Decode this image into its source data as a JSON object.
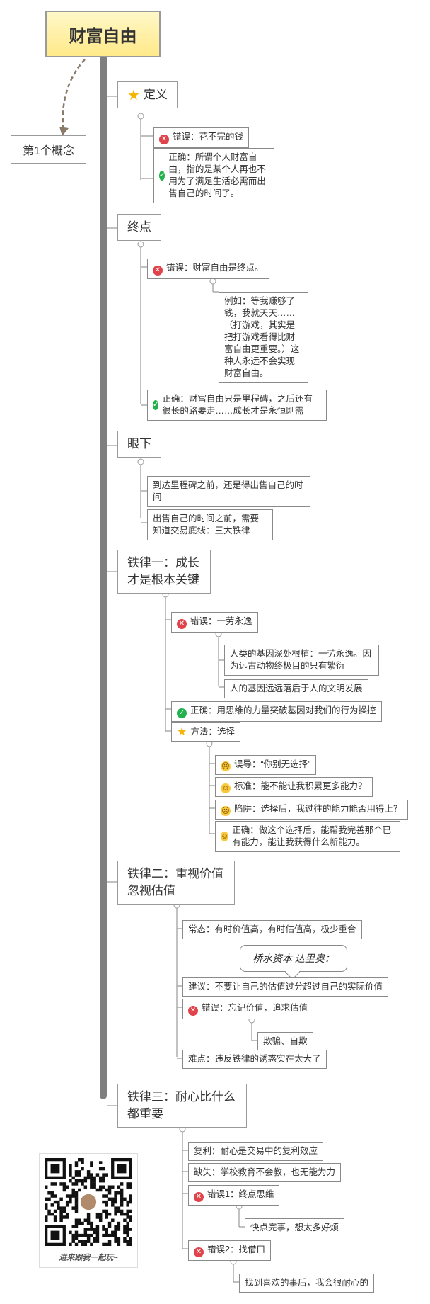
{
  "root": {
    "title": "财富自由"
  },
  "concept": {
    "label": "第1个概念"
  },
  "definition": {
    "title": "定义",
    "wrong": "错误：花不完的钱",
    "right": "正确：所谓个人财富自由，指的是某个人再也不用为了满足生活必需而出售自己的时间了。"
  },
  "endpoint": {
    "title": "终点",
    "wrong": "错误：财富自由是终点。",
    "example": "例如：等我赚够了钱，我就天天……（打游戏，其实是把打游戏看得比财富自由更重要。）这种人永远不会实现财富自由。",
    "right": "正确：财富自由只是里程碑，之后还有很长的路要走……成长才是永恒刚需"
  },
  "now": {
    "title": "眼下",
    "item1": "到达里程碑之前，还是得出售自己的时间",
    "item2": "出售自己的时间之前，需要知道交易底线：三大铁律"
  },
  "law1": {
    "title": "铁律一：成长才是根本关键",
    "wrong": "错误：一劳永逸",
    "gene1": "人类的基因深处根植：一劳永逸。因为远古动物终极目的只有繁衍",
    "gene2": "人的基因远远落后于人的文明发展",
    "right": "正确：用思维的力量突破基因对我们的行为操控",
    "method": "方法：选择",
    "mislead": "误导：“你别无选择”",
    "standard": "标准：能不能让我积累更多能力？",
    "trap": "陷阱：选择后，我过往的能力能否用得上？",
    "right2": "正确：做这个选择后，能帮我完善那个已有能力，能让我获得什么新能力。"
  },
  "law2": {
    "title": "铁律二：重视价值忽视估值",
    "normal": "常态：有时价值高，有时估值高，极少重合",
    "callout": "桥水资本 达里奥：",
    "advice": "建议：不要让自己的估值过分超过自己的实际价值",
    "wrong": "错误：忘记价值，追求估值",
    "deceive": "欺骗、自欺",
    "difficulty": "难点：违反铁律的诱惑实在太大了"
  },
  "law3": {
    "title": "铁律三：耐心比什么都重要",
    "compound": "复利：耐心是交易中的复利效应",
    "lack": "缺失：学校教育不会教，也无能为力",
    "wrong1": "错误1：终点思维",
    "wrong1_sub": "快点完事，想太多好烦",
    "wrong2": "错误2：找借口",
    "wrong2_sub": "找到喜欢的事后，我会很耐心的"
  },
  "qr": {
    "caption": "进来跟我一起玩~"
  },
  "colors": {
    "root_fill": "#ffe98a",
    "error": "#e0434a",
    "ok": "#22b14c",
    "star": "#f5b400",
    "trunk": "#7f7f7f"
  }
}
